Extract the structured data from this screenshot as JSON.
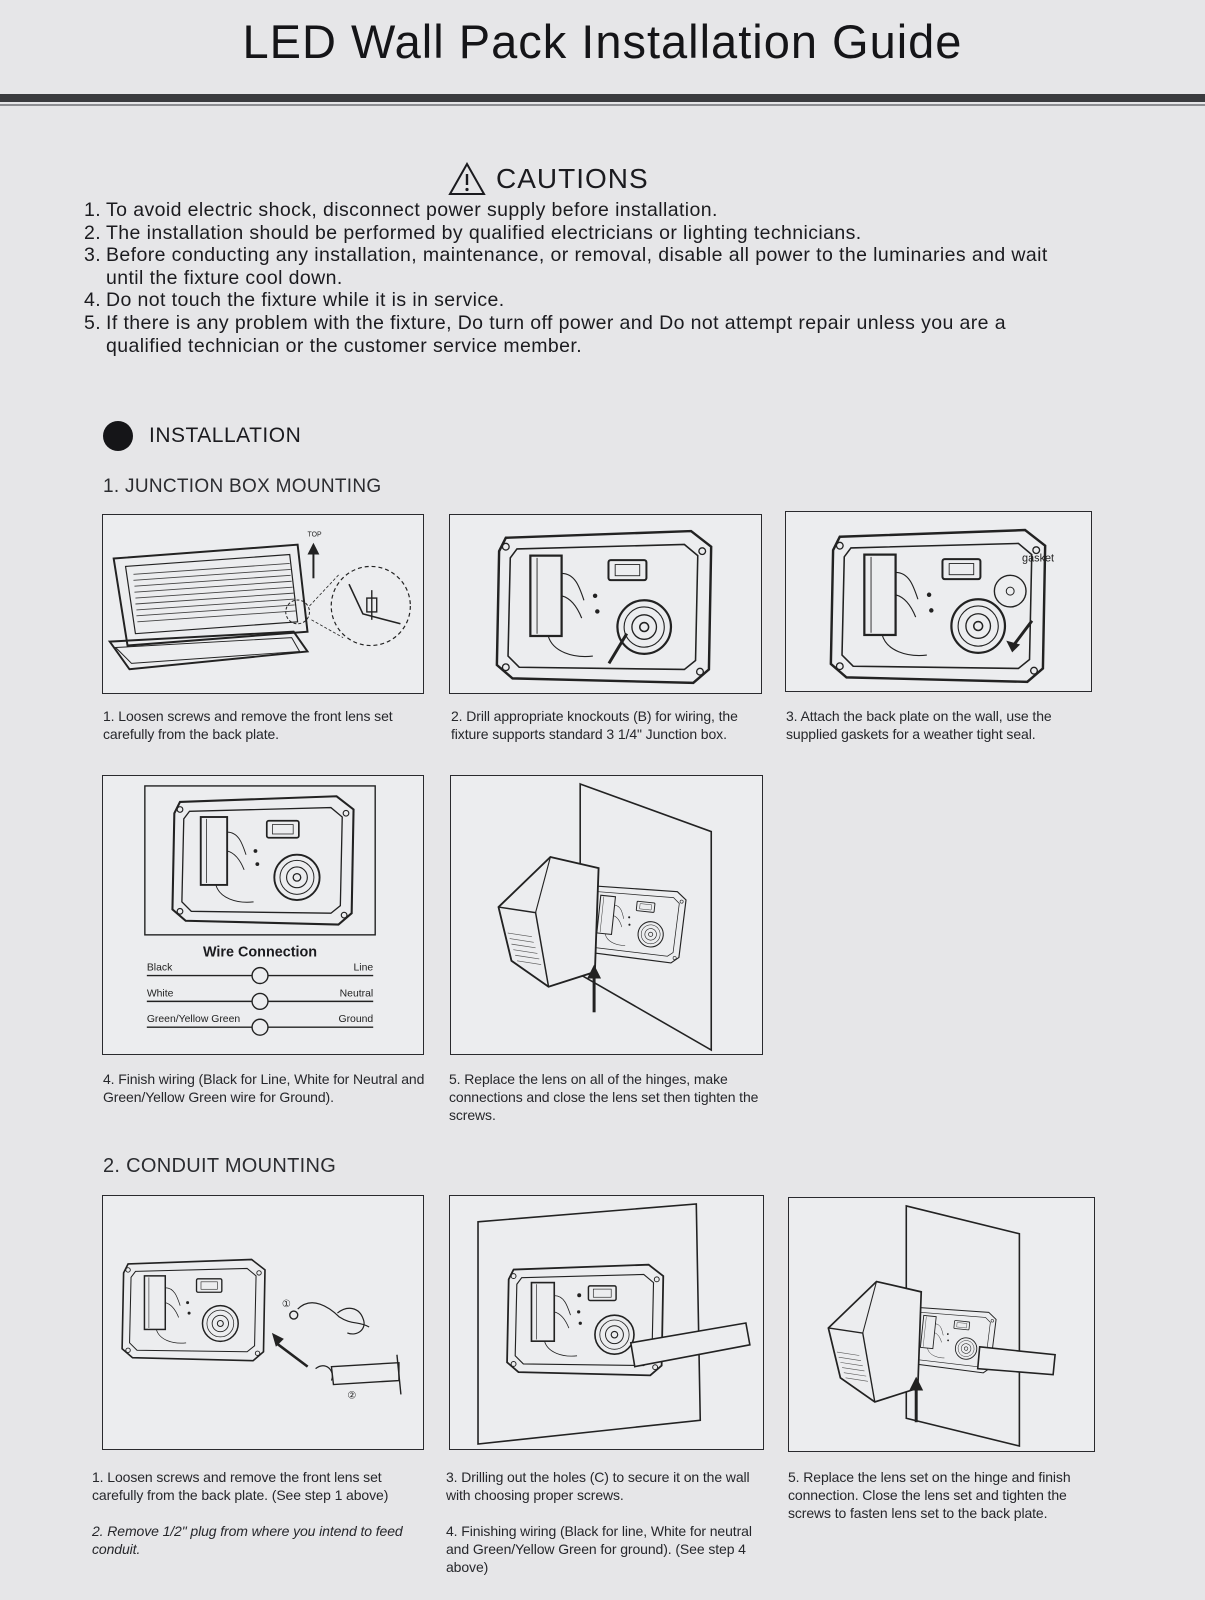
{
  "title": "LED Wall Pack Installation Guide",
  "cautions": {
    "heading": "CAUTIONS",
    "items": [
      {
        "num": "1.",
        "text": "To avoid electric shock, disconnect power supply before installation."
      },
      {
        "num": "2.",
        "text": "The installation should be performed by qualified electricians or lighting technicians."
      },
      {
        "num": "3.",
        "text": "Before conducting any installation, maintenance, or removal, disable all power to the luminaries and wait until the fixture cool down."
      },
      {
        "num": "4.",
        "text": "Do not touch the fixture while it is in service."
      },
      {
        "num": "5.",
        "text": "If there is any problem with the fixture, Do turn off power and Do not attempt repair unless you are a qualified technician or the customer service member."
      }
    ]
  },
  "installation": {
    "heading": "INSTALLATION",
    "junction": {
      "title": "1. JUNCTION BOX MOUNTING",
      "steps": [
        {
          "caption": "1. Loosen screws and remove the front lens set carefully from the back plate.",
          "label": "TOP"
        },
        {
          "caption": "2. Drill appropriate knockouts (B) for wiring, the fixture supports standard 3 1/4\" Junction box."
        },
        {
          "caption": "3. Attach the back plate on the wall, use the supplied gaskets for a weather tight seal.",
          "label": "gasket"
        },
        {
          "caption": "4. Finish wiring (Black for Line, White for Neutral and Green/Yellow Green wire for Ground)."
        },
        {
          "caption": "5. Replace the lens on all of the hinges, make connections and close the lens set then tighten the screws."
        }
      ],
      "wire_connection": {
        "title": "Wire Connection",
        "rows": [
          {
            "left": "Black",
            "right": "Line"
          },
          {
            "left": "White",
            "right": "Neutral"
          },
          {
            "left": "Green/Yellow Green",
            "right": "Ground"
          }
        ]
      }
    },
    "conduit": {
      "title": "2. CONDUIT MOUNTING",
      "steps": [
        {
          "caption": "1. Loosen screws and remove the front lens set carefully from the back plate. (See step 1 above)",
          "caption2": "2. Remove 1/2\" plug from where you intend to feed conduit.",
          "marker1": "①",
          "marker2": "②"
        },
        {
          "caption": "3. Drilling out the holes (C) to secure it on the wall with choosing proper screws.",
          "caption2": "4. Finishing wiring (Black for line, White for neutral and Green/Yellow Green for ground). (See step 4 above)"
        },
        {
          "caption": "5. Replace the lens set on the hinge and finish connection. Close the lens set and tighten the screws to fasten lens set to the back plate."
        }
      ]
    }
  }
}
